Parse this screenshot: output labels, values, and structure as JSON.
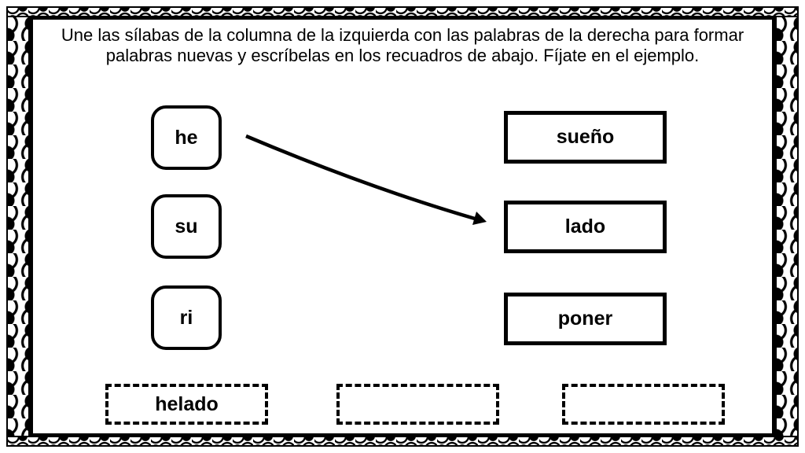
{
  "colors": {
    "ink": "#000000",
    "paper": "#ffffff"
  },
  "worksheet": {
    "instructions": "Une las sílabas de la columna de la izquierda con las palabras de la derecha para formar palabras nuevas y escríbelas en los recuadros de abajo. Fíjate en el ejemplo.",
    "syllables": [
      {
        "label": "he"
      },
      {
        "label": "su"
      },
      {
        "label": "ri"
      }
    ],
    "words": [
      {
        "label": "sueño"
      },
      {
        "label": "lado"
      },
      {
        "label": "poner"
      }
    ],
    "example_connection": {
      "from": "he",
      "to": "lado"
    },
    "answers": [
      {
        "value": "helado"
      },
      {
        "value": ""
      },
      {
        "value": ""
      }
    ]
  }
}
